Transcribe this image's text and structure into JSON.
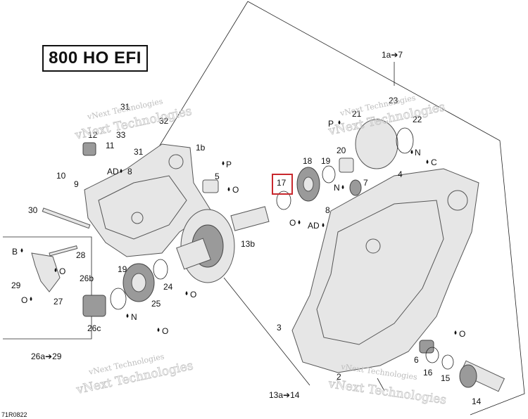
{
  "title": "800 HO EFI",
  "highlighted_part": "17",
  "watermark": "vNext Technologies",
  "figure_code": "71R0822",
  "labels": {
    "l1a7": "1a➔7",
    "l1b": "1b",
    "l2": "2",
    "l3": "3",
    "l4": "4",
    "l5": "5",
    "l6": "6",
    "l7": "7",
    "l8a": "8",
    "l8b": "8",
    "l9": "9",
    "l10": "10",
    "l11": "11",
    "l12": "12",
    "l13a14": "13a➔14",
    "l13b": "13b",
    "l14": "14",
    "l15": "15",
    "l16": "16",
    "l17": "17",
    "l18": "18",
    "l19a": "19",
    "l19b": "19",
    "l20": "20",
    "l21": "21",
    "l22": "22",
    "l23": "23",
    "l24": "24",
    "l25": "25",
    "l26a29": "26a➔29",
    "l26b": "26b",
    "l26c": "26c",
    "l27": "27",
    "l28": "28",
    "l29": "29",
    "l30": "30",
    "l31a": "31",
    "l31b": "31",
    "l32": "32",
    "l33": "33"
  },
  "lubricants": {
    "P": "P",
    "N": "N",
    "C": "C",
    "O": "O",
    "AD": "AD",
    "B": "B"
  }
}
